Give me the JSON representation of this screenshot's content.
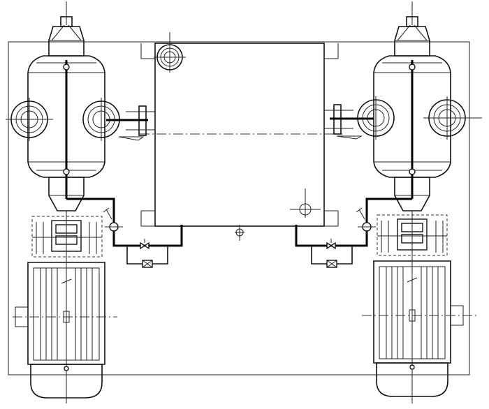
{
  "drawing": {
    "type": "technical-line-drawing",
    "subject": "twin-pump-unit-plan-view",
    "line_color": "#000000",
    "background": "#ffffff",
    "units": [
      {
        "side": "left",
        "components": [
          "coupling-guard",
          "pump-casing",
          "flange",
          "coupling",
          "electric-motor",
          "valve",
          "bypass-valve"
        ]
      },
      {
        "side": "right",
        "components": [
          "coupling-guard",
          "pump-casing",
          "flange",
          "coupling",
          "electric-motor",
          "valve",
          "bypass-valve"
        ]
      }
    ],
    "center_component": "tank"
  }
}
